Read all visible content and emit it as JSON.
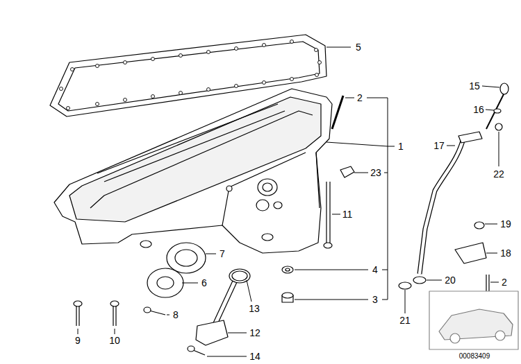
{
  "diagram": {
    "labels": [
      "5",
      "2",
      "1",
      "23",
      "11",
      "7",
      "6",
      "4",
      "3",
      "13",
      "12",
      "8",
      "9",
      "10",
      "14",
      "15",
      "16",
      "17",
      "22",
      "19",
      "18",
      "20",
      "2",
      "21",
      "00083409"
    ]
  }
}
